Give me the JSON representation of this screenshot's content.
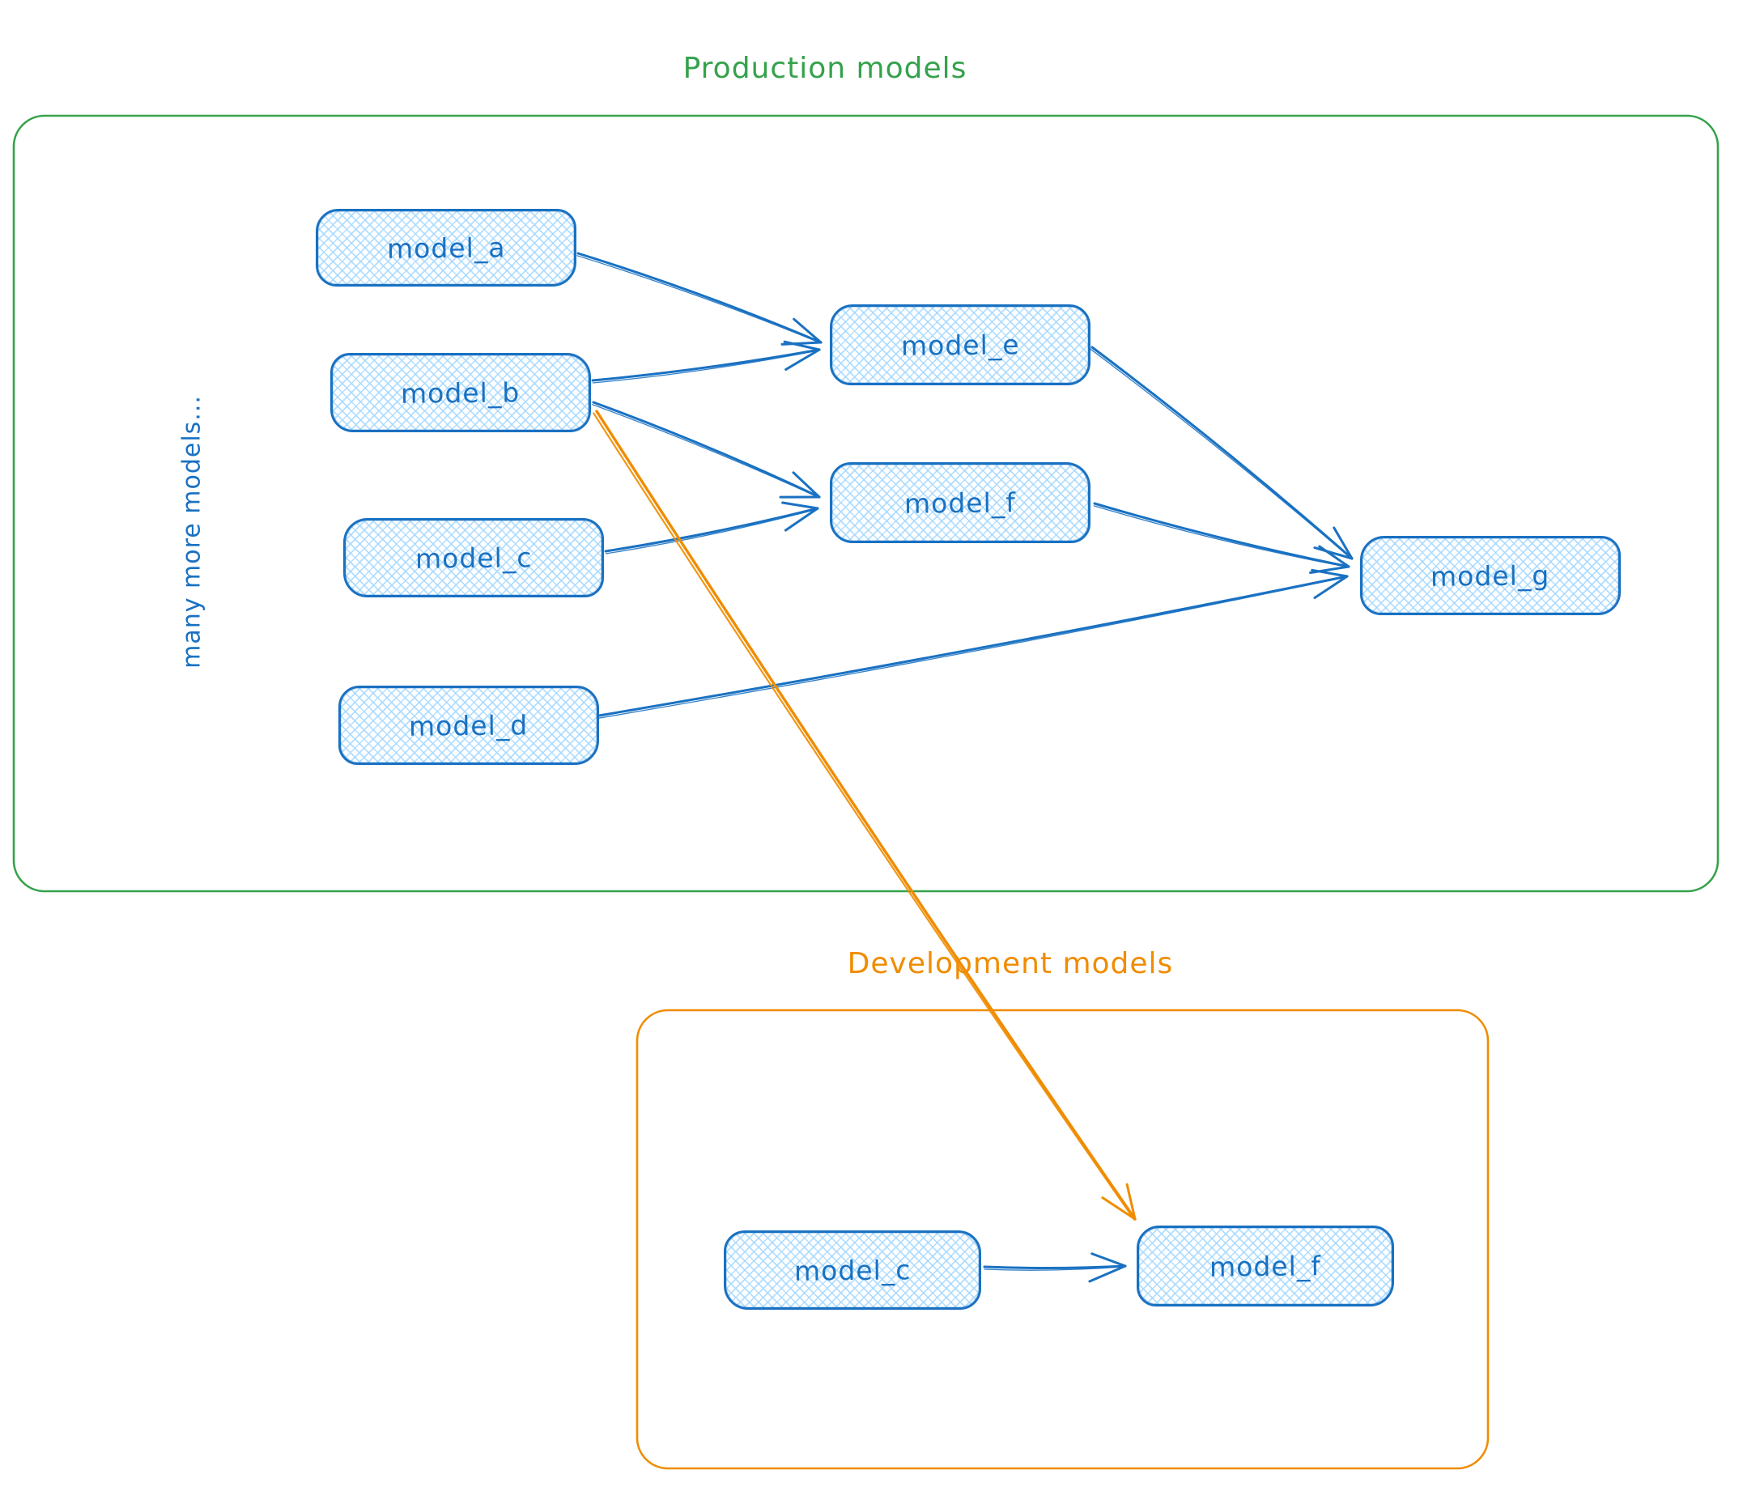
{
  "colors": {
    "node_stroke": "#1971c2",
    "node_fill": "#a5d8ff",
    "edge_blue": "#1971c2",
    "edge_orange": "#f08c00",
    "production": "#35a24b",
    "development": "#f08c00"
  },
  "containers": {
    "production": {
      "label": "Production models"
    },
    "development": {
      "label": "Development models"
    }
  },
  "note": {
    "text": "many more models..."
  },
  "nodes": {
    "model_a": {
      "label": "model_a"
    },
    "model_b": {
      "label": "model_b"
    },
    "model_c": {
      "label": "model_c"
    },
    "model_d": {
      "label": "model_d"
    },
    "model_e": {
      "label": "model_e"
    },
    "model_f": {
      "label": "model_f"
    },
    "model_g": {
      "label": "model_g"
    },
    "dev_model_c": {
      "label": "model_c"
    },
    "dev_model_f": {
      "label": "model_f"
    }
  },
  "edges": [
    {
      "from": "model_a",
      "to": "model_e",
      "color": "edge_blue"
    },
    {
      "from": "model_b",
      "to": "model_e",
      "color": "edge_blue"
    },
    {
      "from": "model_b",
      "to": "model_f",
      "color": "edge_blue"
    },
    {
      "from": "model_c",
      "to": "model_f",
      "color": "edge_blue"
    },
    {
      "from": "model_e",
      "to": "model_g",
      "color": "edge_blue"
    },
    {
      "from": "model_f",
      "to": "model_g",
      "color": "edge_blue"
    },
    {
      "from": "model_d",
      "to": "model_g",
      "color": "edge_blue"
    },
    {
      "from": "model_b",
      "to": "dev_model_f",
      "color": "edge_orange"
    },
    {
      "from": "dev_model_c",
      "to": "dev_model_f",
      "color": "edge_blue"
    }
  ]
}
